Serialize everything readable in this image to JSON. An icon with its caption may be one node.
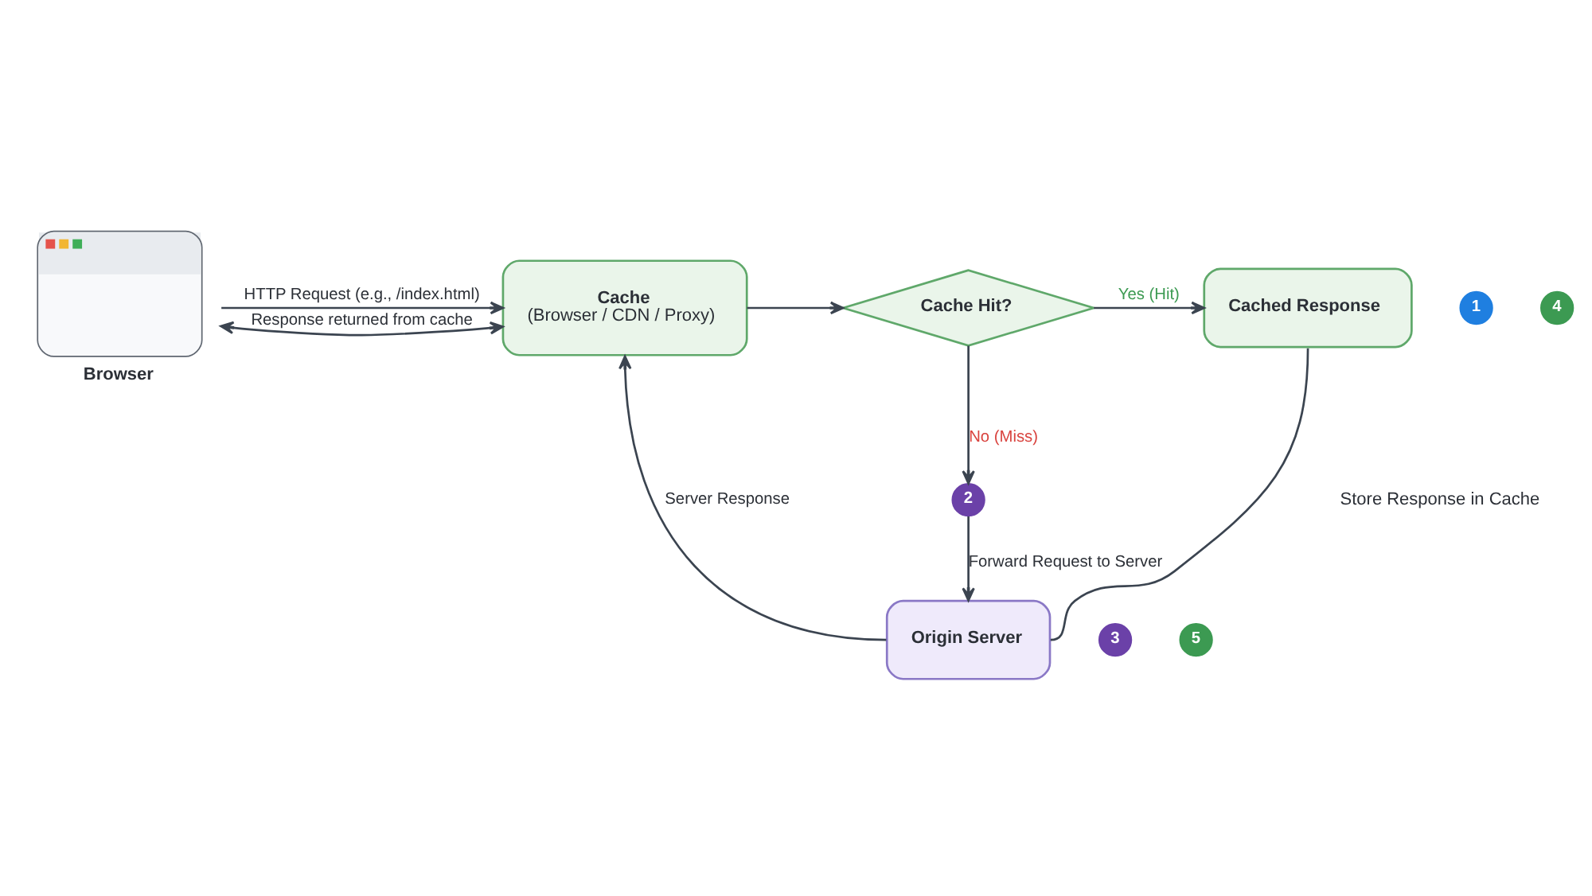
{
  "diagram": {
    "nodes": [
      {
        "text": [
          "Browser"
        ]
      },
      {
        "text": [
          "1"
        ]
      },
      {
        "text": [
          "Cache",
          "(Browser / CDN / Proxy)"
        ]
      },
      {
        "text": [
          "Cache Hit?"
        ]
      },
      {
        "text": [
          "4"
        ]
      },
      {
        "text": [
          "Cached Response"
        ]
      },
      {
        "text": [
          "2"
        ]
      },
      {
        "text": [
          "Origin Server"
        ]
      },
      {
        "text": [
          "3"
        ]
      },
      {
        "text": [
          "5"
        ]
      }
    ],
    "edges": [
      {
        "from": 0,
        "to": 2,
        "arrow": "to",
        "label": "HTTP Request (e.g., /index.html)"
      },
      {
        "from": 2,
        "to": 3,
        "arrow": "to"
      },
      {
        "from": 3,
        "to": 5,
        "arrow": "to",
        "label": "Yes (Hit)"
      },
      {
        "from": 3,
        "to": 6,
        "arrow": "to",
        "label": "No (Miss)"
      },
      {
        "from": 6,
        "to": 7,
        "arrow": "to",
        "label": "Forward Request to Server"
      },
      {
        "from": 7,
        "to": 2,
        "arrow": "to",
        "label": "Server Response"
      },
      {
        "from": 5,
        "to": 7,
        "arrow": "none"
      },
      {
        "from": 0,
        "to": 2,
        "arrow": "both",
        "label": "Response returned from cache"
      }
    ],
    "labels": [
      "Store Response in Cache"
    ]
  }
}
